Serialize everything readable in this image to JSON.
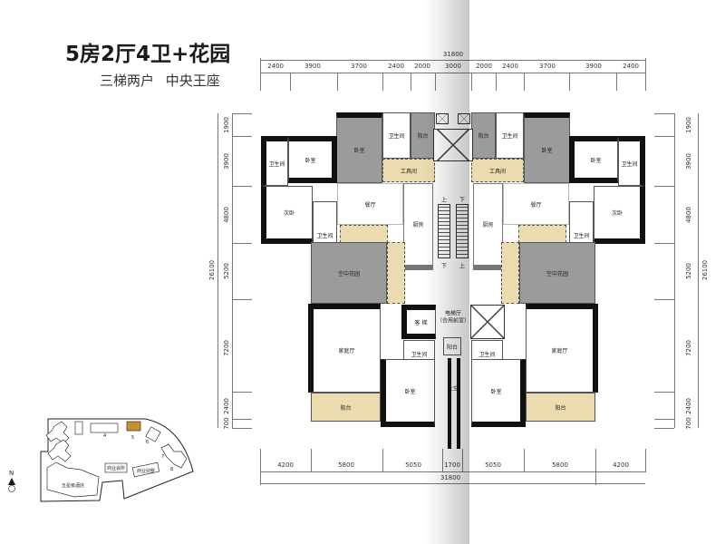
{
  "header": {
    "title": "5房2厅4卫+花园",
    "subtitle": "三梯两户  中央王座"
  },
  "dimensions": {
    "top_total": "31800",
    "top": [
      "2400",
      "3900",
      "3700",
      "2400",
      "2000",
      "3000",
      "2000",
      "2400",
      "3700",
      "3900",
      "2400"
    ],
    "bottom": [
      "4200",
      "5800",
      "5050",
      "1700",
      "5050",
      "5800",
      "4200"
    ],
    "bottom_total": "31800",
    "side_total": "26100",
    "side": [
      "1900",
      "3900",
      "4800",
      "5200",
      "7200",
      "2400",
      "700"
    ]
  },
  "rooms": {
    "bedroom": "卧室",
    "bathroom": "卫生间",
    "balcony": "阳台",
    "utility": "工具间",
    "second_bedroom": "次卧",
    "dining": "餐厅",
    "kitchen": "厨房",
    "sky_garden": "空中花园",
    "family_hall": "家庭厅",
    "elevator": "客 梯",
    "elevator_hall": "电梯厅",
    "elevator_hall_sub": "（合用前室）",
    "void": "上空",
    "up": "上",
    "down": "下"
  },
  "site_map": {
    "north": "N",
    "buildings": [
      "4",
      "5",
      "6",
      "7",
      "8"
    ],
    "clubhouse": "商业会所",
    "villa": "商业别墅",
    "hotel": "五星级酒店",
    "highlight_color": "#c8902a"
  },
  "colors": {
    "gray_area": "#9b9b9b",
    "beige_area": "#eadcae",
    "wall": "#111111"
  }
}
